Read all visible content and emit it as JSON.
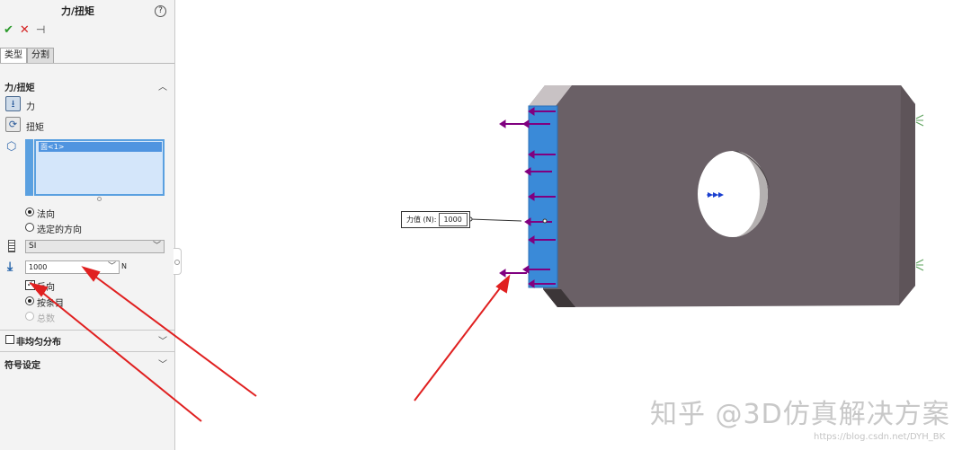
{
  "panel": {
    "title": "力/扭矩",
    "help_icon": "help-icon",
    "toolbar": {
      "ok": "✔",
      "cancel": "✕",
      "pin": "⊣"
    },
    "tabs": [
      {
        "label": "类型"
      },
      {
        "label": "分割"
      }
    ],
    "section_force": {
      "heading": "力/扭矩",
      "options": [
        {
          "label": "力"
        },
        {
          "label": "扭矩"
        }
      ],
      "selection": "面<1>",
      "direction": [
        {
          "label": "法向"
        },
        {
          "label": "选定的方向"
        }
      ],
      "units": "SI",
      "value": "1000",
      "unit": "N",
      "reverse_label": "反向",
      "distribution": [
        {
          "label": "按条目"
        },
        {
          "label": "总数"
        }
      ]
    },
    "section_nonuniform": {
      "heading": "非均匀分布"
    },
    "section_symbol": {
      "heading": "符号设定"
    }
  },
  "viewport": {
    "callout": {
      "label": "力值 (N):",
      "value": "1000"
    },
    "watermark": "知乎 @3D仿真解决方案",
    "url": "https://blog.csdn.net/DYH_BK"
  },
  "colors": {
    "accent": "#5aa0e0",
    "arrow": "#e02020",
    "force_arrow": "#800080",
    "part": "#6a6066",
    "face": "#3a8ad8"
  }
}
